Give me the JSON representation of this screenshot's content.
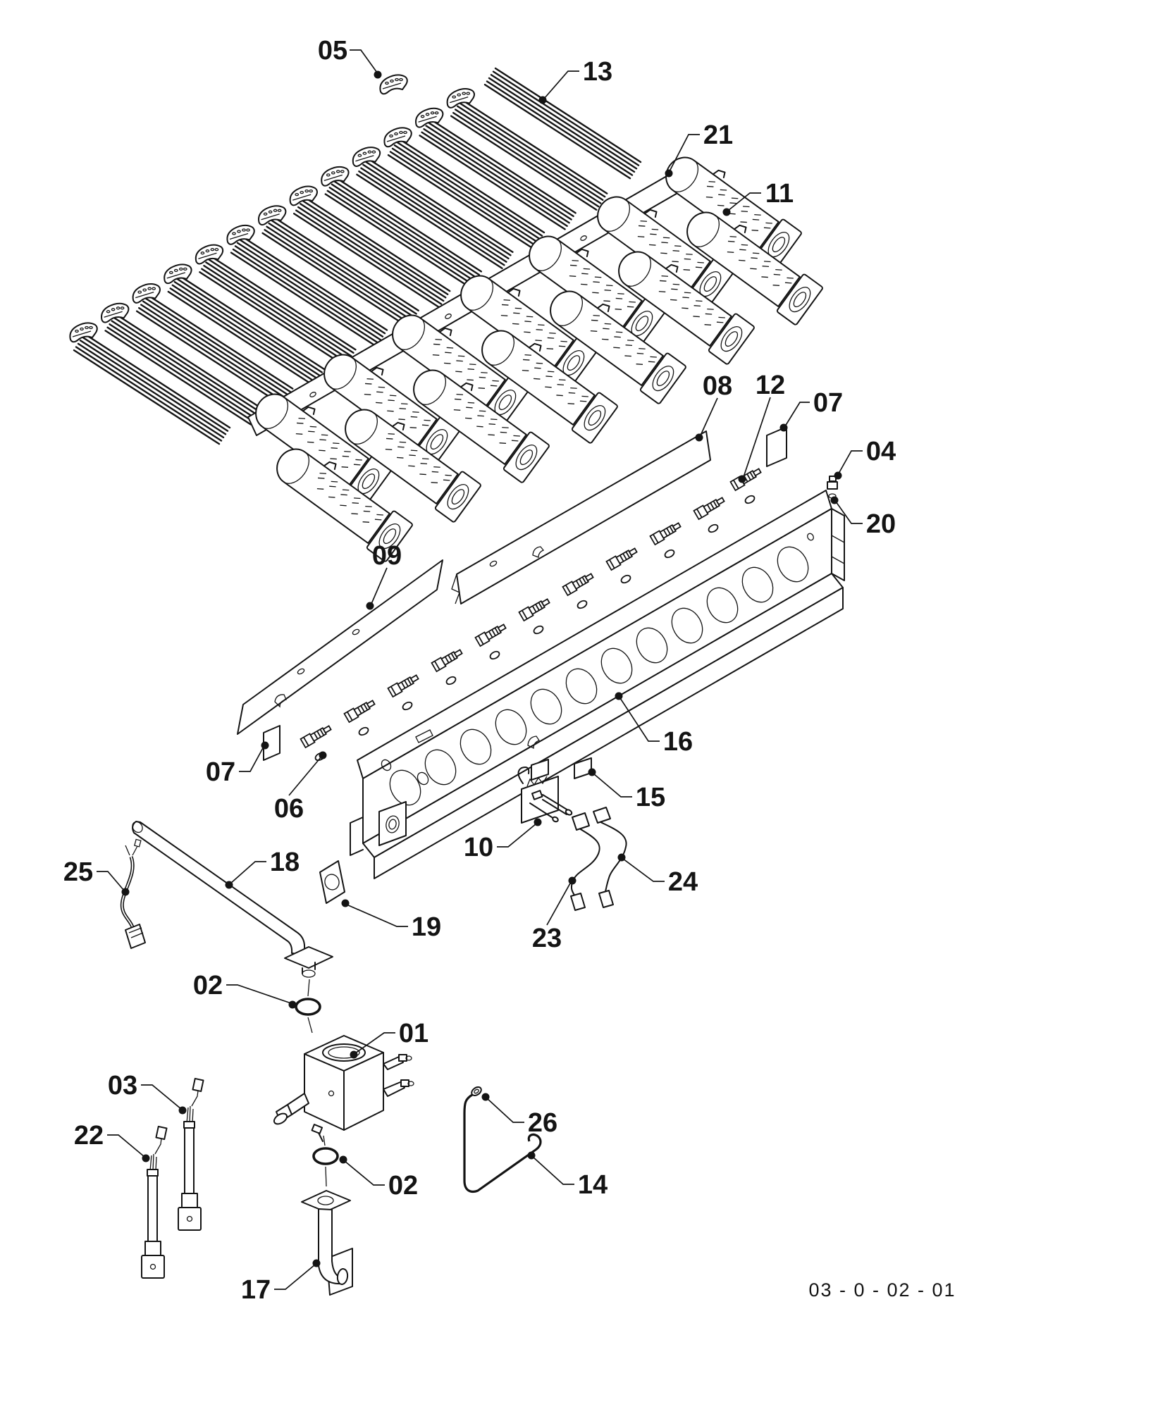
{
  "diagram": {
    "page_code": "03 - 0 - 02 - 01",
    "colors": {
      "line": "#141414",
      "background": "#ffffff"
    },
    "callouts": {
      "c05": "05",
      "c13": "13",
      "c21": "21",
      "c11": "11",
      "c08": "08",
      "c12": "12",
      "c07a": "07",
      "c04": "04",
      "c20": "20",
      "c09": "09",
      "c16": "16",
      "c07b": "07",
      "c06": "06",
      "c15": "15",
      "c10": "10",
      "c23": "23",
      "c24": "24",
      "c25": "25",
      "c18": "18",
      "c19": "19",
      "c02a": "02",
      "c01": "01",
      "c02b": "02",
      "c03": "03",
      "c22": "22",
      "c26": "26",
      "c14": "14",
      "c17": "17"
    }
  }
}
